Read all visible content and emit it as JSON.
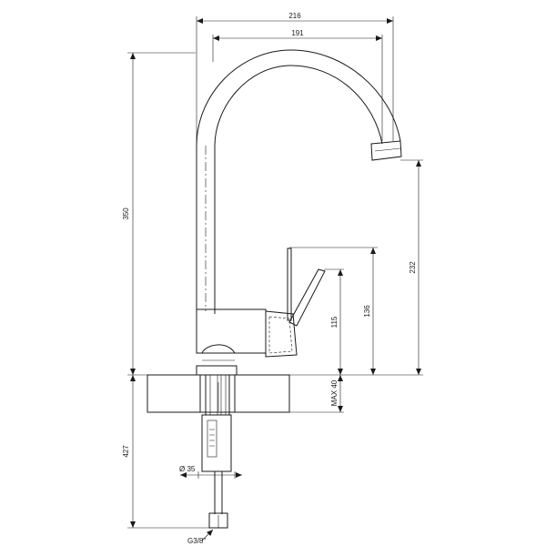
{
  "diagram": {
    "dimensions": {
      "overall_width": "216",
      "spout_width": "191",
      "total_height": "350",
      "spout_outlet_height": "232",
      "lever_height": "136",
      "body_height": "115",
      "max_deck_thickness": "MAX 40",
      "below_deck_length": "427",
      "hole_diameter": "Ø 35",
      "connection_thread": "G3/8\""
    },
    "colors": {
      "line": "#1a1a1a",
      "background": "#ffffff"
    }
  }
}
